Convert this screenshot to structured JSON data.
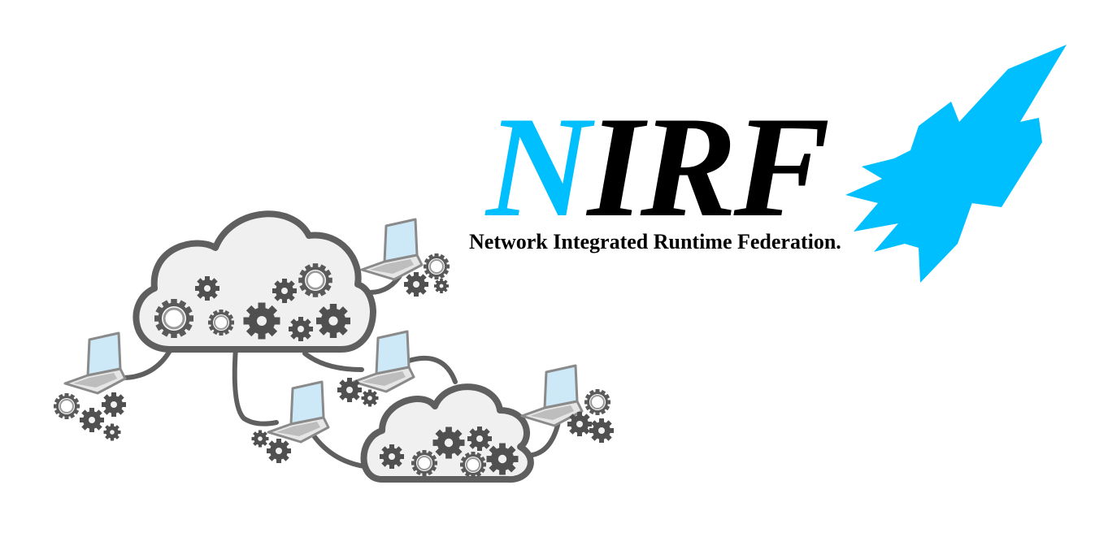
{
  "logo": {
    "letter_first": "N",
    "letter_rest": "IRF",
    "tagline": "Network Integrated Runtime Federation.",
    "accent_color": "#00bfff",
    "text_color": "#000000"
  },
  "illustration": {
    "icons": [
      "cloud-icon",
      "laptop-icon",
      "gear-icon",
      "connection-cable",
      "lightning-bolt-icon"
    ],
    "stroke_color": "#5f5f5f",
    "fill_color": "#f0f0f0",
    "screen_color": "#cde8f6"
  }
}
